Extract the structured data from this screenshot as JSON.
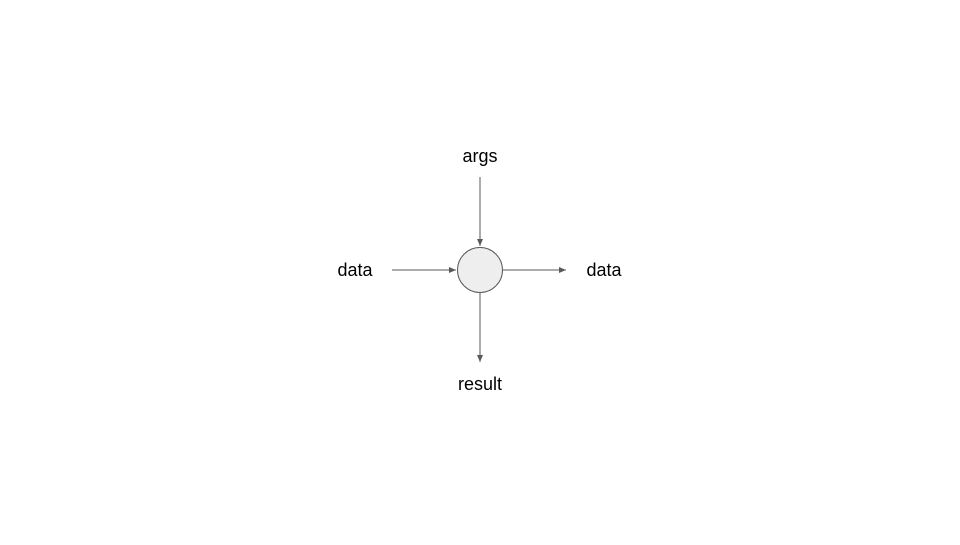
{
  "diagram": {
    "labels": {
      "top": "args",
      "left": "data",
      "right": "data",
      "bottom": "result"
    },
    "colors": {
      "node_fill": "#eeeeee",
      "node_stroke": "#595959",
      "arrow": "#595959",
      "text": "#000000"
    }
  }
}
